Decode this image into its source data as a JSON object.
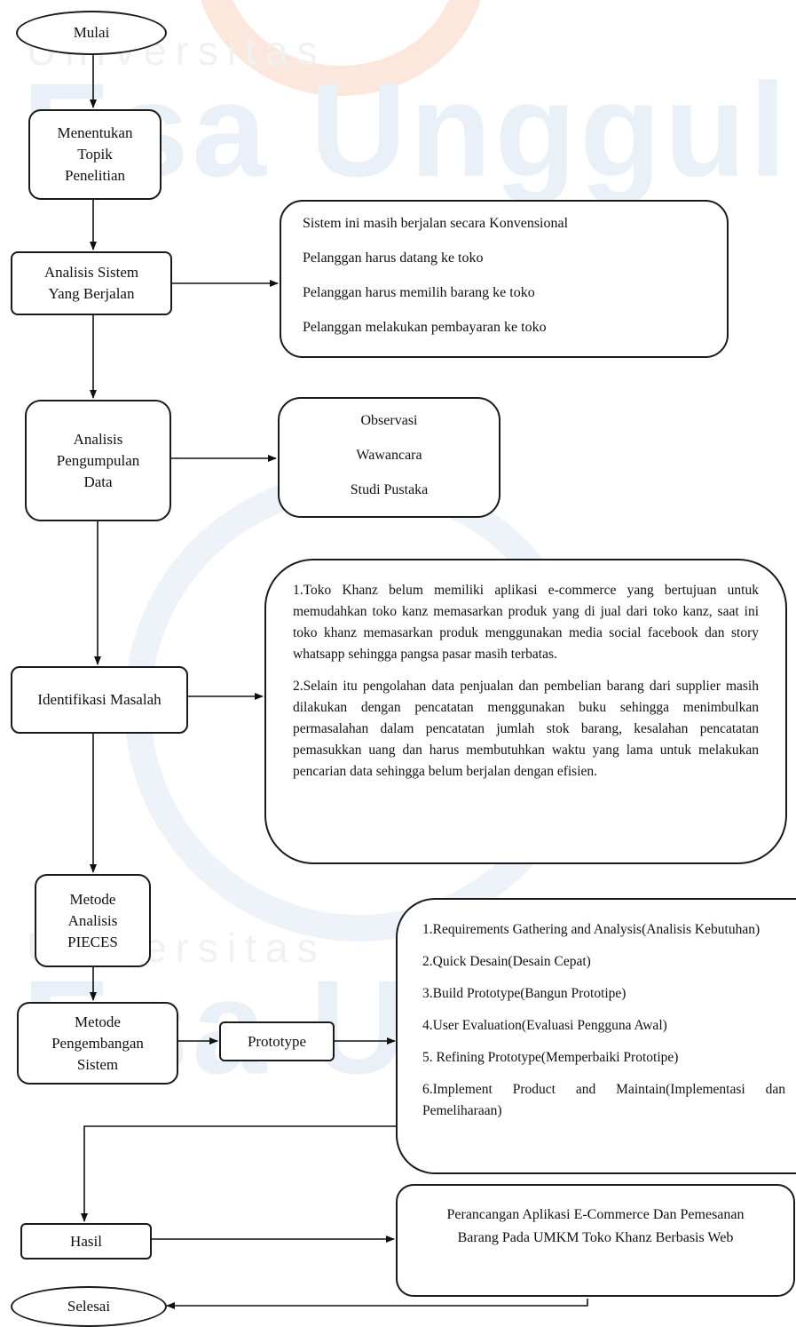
{
  "watermark": {
    "line1": "Universitas",
    "line2": "Esa Unggul"
  },
  "nodes": {
    "start": "Mulai",
    "topic": [
      "Menentukan",
      "Topik",
      "Penelitian"
    ],
    "system_analysis": [
      "Analisis Sistem",
      "Yang Berjalan"
    ],
    "data_collection": [
      "Analisis",
      "Pengumpulan",
      "Data"
    ],
    "problem_id": "Identifikasi Masalah",
    "pieces": [
      "Metode",
      "Analisis",
      "PIECES"
    ],
    "dev_method": [
      "Metode",
      "Pengembangan",
      "Sistem"
    ],
    "prototype": "Prototype",
    "result": "Hasil",
    "end": "Selesai"
  },
  "notes": {
    "system_analysis": [
      "Sistem ini masih berjalan secara Konvensional",
      "Pelanggan harus datang ke toko",
      "Pelanggan harus memilih barang ke toko",
      "Pelanggan melakukan pembayaran ke toko"
    ],
    "data_collection": [
      "Observasi",
      "Wawancara",
      "Studi Pustaka"
    ],
    "problem_id": [
      "1.Toko Khanz belum memiliki aplikasi e-commerce yang bertujuan untuk memudahkan toko kanz memasarkan produk yang di jual dari toko kanz, saat ini toko khanz memasarkan produk menggunakan media social facebook dan story whatsapp sehingga pangsa pasar masih terbatas.",
      "2.Selain itu pengolahan data penjualan dan pembelian barang dari supplier masih dilakukan dengan pencatatan menggunakan buku sehingga menimbulkan permasalahan dalam pencatatan jumlah stok barang, kesalahan pencatatan pemasukkan uang dan harus membutuhkan waktu yang lama untuk melakukan pencarian data sehingga belum berjalan dengan efisien."
    ],
    "prototype_steps": [
      "1.Requirements Gathering and Analysis(Analisis Kebutuhan)",
      "2.Quick Desain(Desain Cepat)",
      "3.Build Prototype(Bangun Prototipe)",
      "4.User Evaluation(Evaluasi Pengguna Awal)",
      "5. Refining Prototype(Memperbaiki Prototipe)",
      "6.Implement Product and Maintain(Implementasi dan Pemeliharaan)"
    ],
    "result": "Perancangan Aplikasi E-Commerce Dan Pemesanan Barang Pada UMKM Toko Khanz Berbasis Web"
  }
}
